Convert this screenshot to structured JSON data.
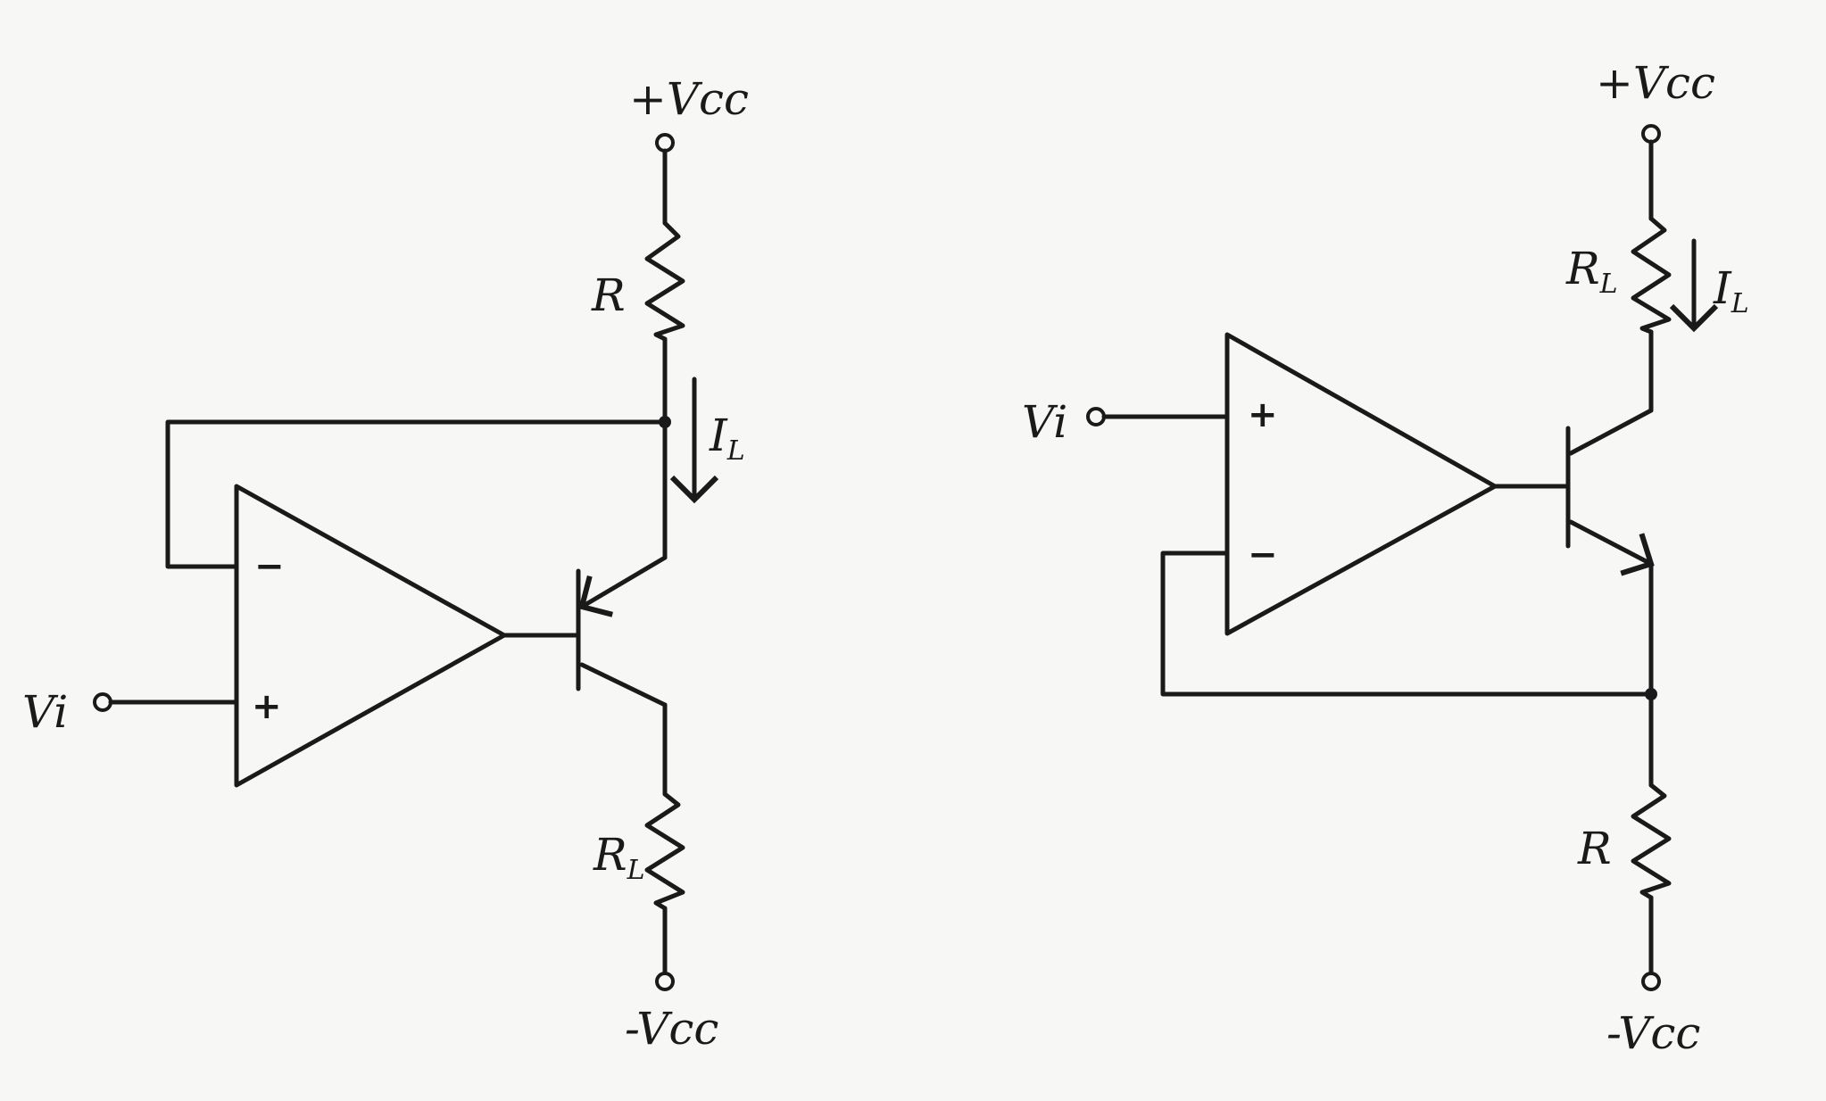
{
  "left": {
    "vcc_pos": "+Vcc",
    "vcc_neg": "-Vcc",
    "vin": "Vi",
    "resistor_top": "R",
    "resistor_bottom": {
      "main": "R",
      "sub": "L"
    },
    "current": {
      "main": "I",
      "sub": "L"
    },
    "inv_sign": "−",
    "noninv_sign": "+"
  },
  "right": {
    "vcc_pos": "+Vcc",
    "vcc_neg": "-Vcc",
    "vin": "Vi",
    "resistor_top": {
      "main": "R",
      "sub": "L"
    },
    "resistor_bottom": "R",
    "current": {
      "main": "I",
      "sub": "L"
    },
    "inv_sign": "−",
    "noninv_sign": "+"
  },
  "colors": {
    "ink": "#1a1a1a",
    "paper": "#f7f7f5"
  }
}
